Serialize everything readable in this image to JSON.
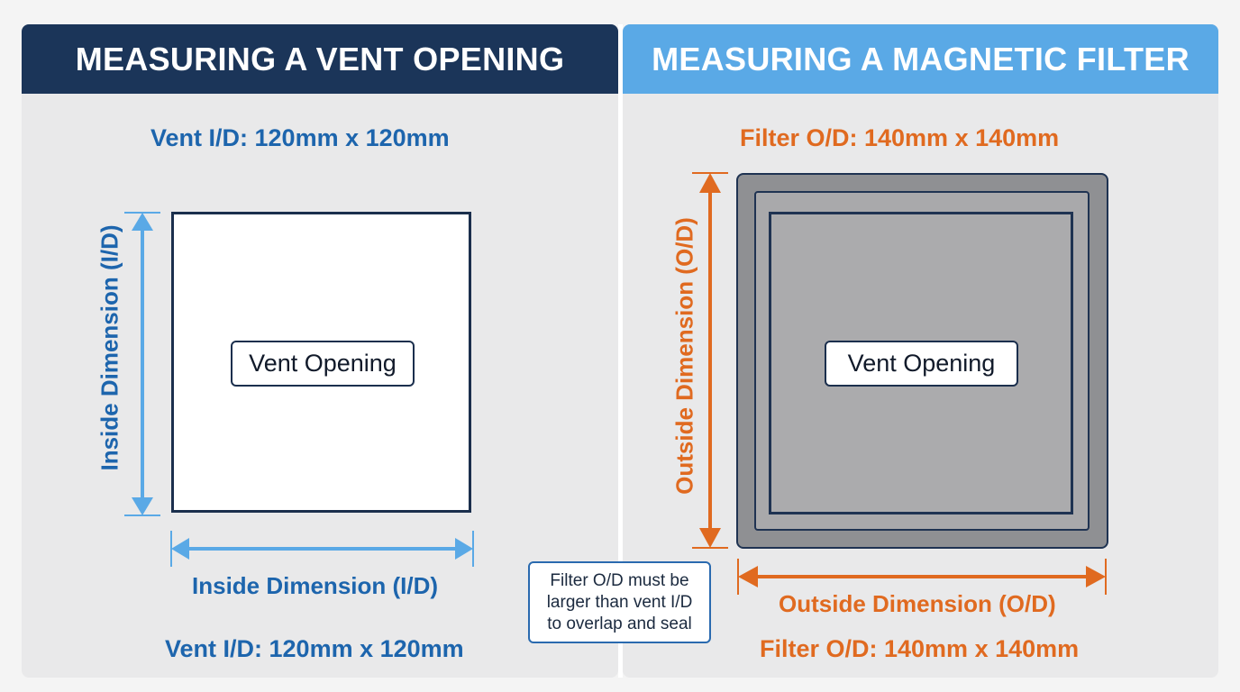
{
  "left": {
    "header": "MEASURING A VENT OPENING",
    "top_label": "Vent I/D: 120mm x 120mm",
    "side_label": "Inside Dimension (I/D)",
    "bottom_dimension_label": "Inside Dimension (I/D)",
    "box_label": "Vent Opening",
    "footer_label": "Vent I/D: 120mm x 120mm"
  },
  "right": {
    "header": "MEASURING A MAGNETIC FILTER",
    "top_label": "Filter O/D: 140mm x 140mm",
    "side_label": "Outside Dimension (O/D)",
    "bottom_dimension_label": "Outside Dimension (O/D)",
    "box_label": "Vent Opening",
    "footer_label": "Filter O/D: 140mm x 140mm"
  },
  "note": {
    "lines": [
      "Filter O/D must be",
      "larger than vent I/D",
      "to overlap and seal"
    ]
  },
  "colors": {
    "dark_navy": "#1b3559",
    "light_blue": "#5aa9e6",
    "blue_text": "#1d65ad",
    "orange": "#e06a20",
    "arrow_blue": "#5aa9e6"
  }
}
